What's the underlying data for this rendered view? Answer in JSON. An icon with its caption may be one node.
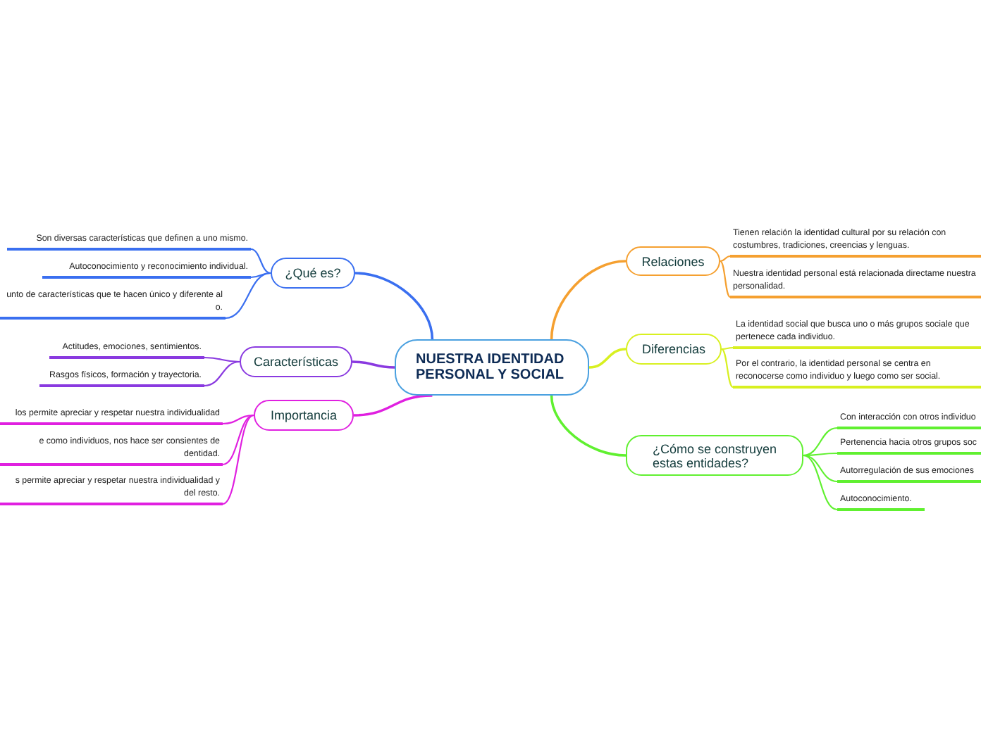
{
  "diagram": {
    "nodes": [
      {
        "text": [
          "NUESTRA IDENTIDAD PERSONAL Y SOCIAL"
        ]
      },
      {
        "text": [
          "¿Qué es?"
        ]
      },
      {
        "text": [
          "Son diversas características que definen a uno mismo."
        ]
      },
      {
        "text": [
          "Autoconocimiento y reconocimiento individual."
        ]
      },
      {
        "text": [
          "unto de características que te hacen único y diferente al o."
        ]
      },
      {
        "text": [
          "Características"
        ]
      },
      {
        "text": [
          "Actitudes,  emociones, sentimientos."
        ]
      },
      {
        "text": [
          "Rasgos físicos, formación y trayectoria."
        ]
      },
      {
        "text": [
          "Importancia"
        ]
      },
      {
        "text": [
          "los permite apreciar y respetar nuestra individualidad"
        ]
      },
      {
        "text": [
          "e como individuos, nos hace ser consientes de dentidad."
        ]
      },
      {
        "text": [
          "s permite apreciar y respetar nuestra individualidad y del resto."
        ]
      },
      {
        "text": [
          "Relaciones"
        ]
      },
      {
        "text": [
          "Tienen relación la identidad cultural por su relación con costumbres, tradiciones, creencias y lenguas."
        ]
      },
      {
        "text": [
          "Nuestra identidad personal está relacionada directame nuestra personalidad."
        ]
      },
      {
        "text": [
          "Diferencias"
        ]
      },
      {
        "text": [
          "La identidad social que busca uno o más grupos sociale que pertenece cada individuo."
        ]
      },
      {
        "text": [
          "Por el contrario, la identidad personal  se centra en reconocerse como individuo y luego como ser social."
        ]
      },
      {
        "text": [
          "¿Cómo se construyen estas entidades?"
        ]
      },
      {
        "text": [
          "Con interacción con otros individuo"
        ]
      },
      {
        "text": [
          "Pertenencia hacia otros grupos soc"
        ]
      },
      {
        "text": [
          "Autorregulación de sus emociones"
        ]
      },
      {
        "text": [
          "Autoconocimiento."
        ]
      }
    ],
    "edges": [
      {
        "from": 0,
        "to": 1,
        "arrow": "none",
        "color": "#3a6ff0"
      },
      {
        "from": 1,
        "to": 2,
        "arrow": "none",
        "color": "#3a6ff0"
      },
      {
        "from": 1,
        "to": 3,
        "arrow": "none",
        "color": "#3a6ff0"
      },
      {
        "from": 1,
        "to": 4,
        "arrow": "none",
        "color": "#3a6ff0"
      },
      {
        "from": 0,
        "to": 5,
        "arrow": "none",
        "color": "#8a3ae0"
      },
      {
        "from": 5,
        "to": 6,
        "arrow": "none",
        "color": "#8a3ae0"
      },
      {
        "from": 5,
        "to": 7,
        "arrow": "none",
        "color": "#8a3ae0"
      },
      {
        "from": 0,
        "to": 8,
        "arrow": "none",
        "color": "#e020e0"
      },
      {
        "from": 8,
        "to": 9,
        "arrow": "none",
        "color": "#e020e0"
      },
      {
        "from": 8,
        "to": 10,
        "arrow": "none",
        "color": "#e020e0"
      },
      {
        "from": 8,
        "to": 11,
        "arrow": "none",
        "color": "#e020e0"
      },
      {
        "from": 0,
        "to": 12,
        "arrow": "none",
        "color": "#f5a030"
      },
      {
        "from": 12,
        "to": 13,
        "arrow": "none",
        "color": "#f5a030"
      },
      {
        "from": 12,
        "to": 14,
        "arrow": "none",
        "color": "#f5a030"
      },
      {
        "from": 0,
        "to": 15,
        "arrow": "none",
        "color": "#d8f020"
      },
      {
        "from": 15,
        "to": 16,
        "arrow": "none",
        "color": "#d8f020"
      },
      {
        "from": 15,
        "to": 17,
        "arrow": "none",
        "color": "#d8f020"
      },
      {
        "from": 0,
        "to": 18,
        "arrow": "none",
        "color": "#60f030"
      },
      {
        "from": 18,
        "to": 19,
        "arrow": "none",
        "color": "#60f030"
      },
      {
        "from": 18,
        "to": 20,
        "arrow": "none",
        "color": "#60f030"
      },
      {
        "from": 18,
        "to": 21,
        "arrow": "none",
        "color": "#60f030"
      },
      {
        "from": 18,
        "to": 22,
        "arrow": "none",
        "color": "#60f030"
      }
    ]
  }
}
